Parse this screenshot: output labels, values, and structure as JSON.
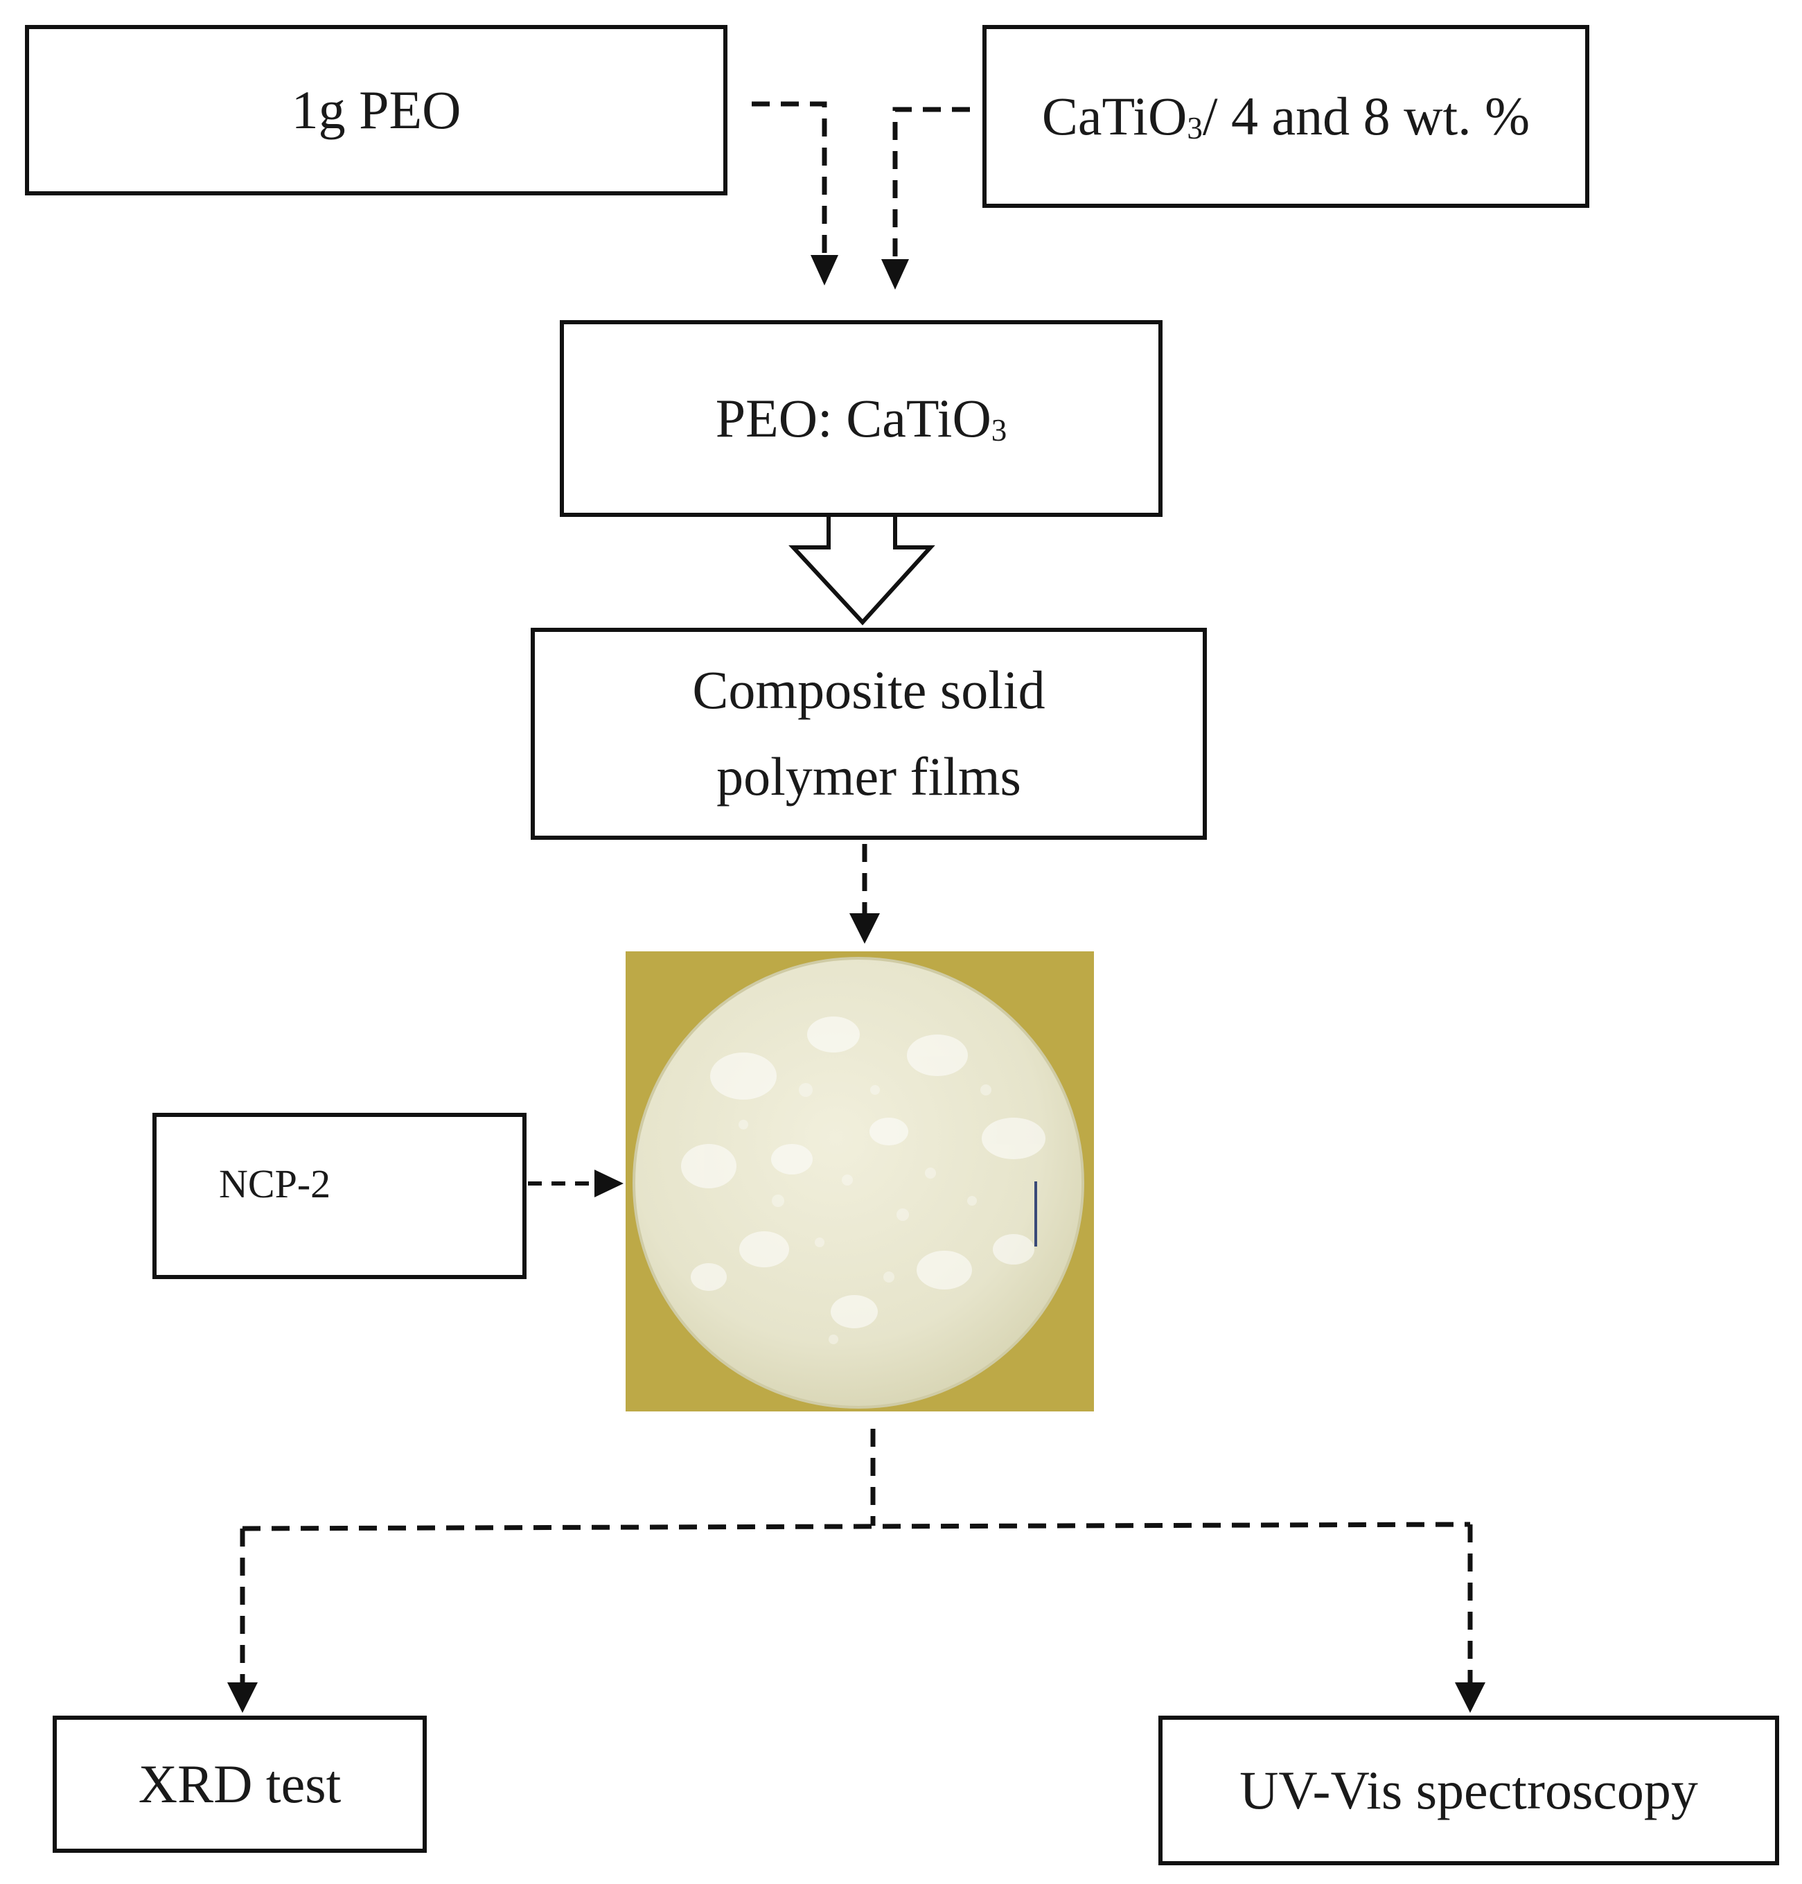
{
  "diagram": {
    "nodes": {
      "peo": {
        "label": "1g PEO"
      },
      "catio3": {
        "prefix": "CaTiO",
        "sub": "3",
        "suffix": "/ 4 and 8 wt. %"
      },
      "blend": {
        "prefix": "PEO: CaTiO",
        "sub": "3"
      },
      "films": {
        "line1": "Composite solid",
        "line2": "polymer films"
      },
      "ncp": {
        "label": "NCP-2"
      },
      "xrd": {
        "label": "XRD test"
      },
      "uv": {
        "label": "UV-Vis spectroscopy"
      }
    },
    "edges": [
      {
        "from": "peo",
        "to": "blend",
        "style": "dashed"
      },
      {
        "from": "catio3",
        "to": "blend",
        "style": "dashed"
      },
      {
        "from": "blend",
        "to": "films",
        "style": "block-arrow"
      },
      {
        "from": "films",
        "to": "sample-photo",
        "style": "dashed"
      },
      {
        "from": "ncp",
        "to": "sample-photo",
        "style": "dashed"
      },
      {
        "from": "sample-photo",
        "to": "xrd",
        "style": "dashed"
      },
      {
        "from": "sample-photo",
        "to": "uv",
        "style": "dashed"
      }
    ],
    "colors": {
      "line": "#111111",
      "photo_background": "#bda947",
      "film": "#e9e8d2"
    }
  }
}
